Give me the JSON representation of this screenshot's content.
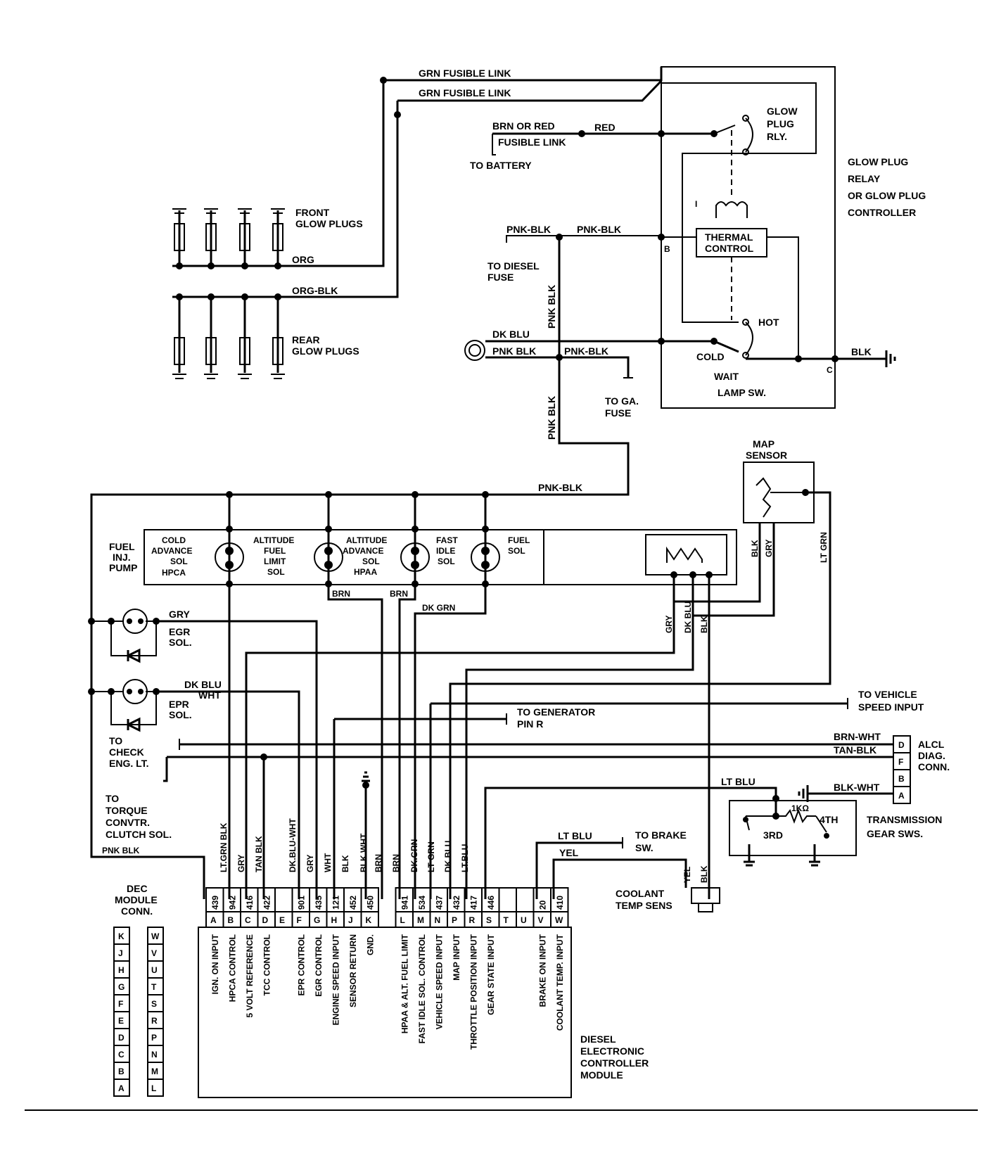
{
  "top_wires": {
    "fusible_link_1": "GRN FUSIBLE LINK",
    "fusible_link_2": "GRN FUSIBLE LINK",
    "battery_link_line1": "BRN OR RED",
    "battery_link_line2": "FUSIBLE LINK",
    "red": "RED",
    "to_battery": "TO BATTERY"
  },
  "glow_plugs": {
    "front_line1": "FRONT",
    "front_line2": "GLOW PLUGS",
    "rear_line1": "REAR",
    "rear_line2": "GLOW PLUGS",
    "org": "ORG",
    "org_blk": "ORG-BLK"
  },
  "relay": {
    "glow_plug_line1": "GLOW",
    "glow_plug_line2": "PLUG",
    "glow_plug_line3": "RLY.",
    "title_line1": "GLOW PLUG",
    "title_line2": "RELAY",
    "title_line3": "OR GLOW PLUG",
    "title_line4": "CONTROLLER",
    "thermal_line1": "THERMAL",
    "thermal_line2": "CONTROL",
    "hot": "HOT",
    "cold": "COLD",
    "wait": "WAIT",
    "lamp_sw": "LAMP SW.",
    "pin_b": "B",
    "pin_c": "C",
    "pin_i": "I",
    "blk": "BLK"
  },
  "fuse_wires": {
    "pnk_blk_1": "PNK-BLK",
    "pnk_blk_2": "PNK-BLK",
    "to_diesel_line1": "TO DIESEL",
    "to_diesel_line2": "FUSE",
    "pnk_blk_vert": "PNK BLK",
    "dk_blu": "DK BLU",
    "pnk_blk_3": "PNK BLK",
    "pnk_blk_4": "PNK-BLK",
    "pnk_blk_vert2": "PNK BLK",
    "to_ga_line1": "TO GA.",
    "to_ga_line2": "FUSE",
    "pnk_blk_5": "PNK-BLK"
  },
  "pump": {
    "label_line1": "FUEL",
    "label_line2": "INJ.",
    "label_line3": "PUMP",
    "cold_adv": [
      "COLD",
      "ADVANCE",
      "SOL",
      "HPCA"
    ],
    "alt_fuel": [
      "ALTITUDE",
      "FUEL",
      "LIMIT",
      "SOL"
    ],
    "alt_adv": [
      "ALTITUDE",
      "ADVANCE",
      "SOL",
      "HPAA"
    ],
    "fast_idle": [
      "FAST",
      "IDLE",
      "SOL"
    ],
    "fuel_sol": [
      "FUEL",
      "SOL"
    ],
    "brn_1": "BRN",
    "brn_2": "BRN",
    "dk_grn": "DK GRN"
  },
  "map_sensor": {
    "line1": "MAP",
    "line2": "SENSOR",
    "blk": "BLK",
    "gry": "GRY",
    "lt_grn": "LT GRN",
    "tp_gry": "GRY",
    "tp_dk_blu": "DK BLU",
    "tp_blk": "BLK"
  },
  "left_side": {
    "gry": "GRY",
    "egr_line1": "EGR",
    "egr_line2": "SOL.",
    "dk_blu": "DK BLU",
    "wht": "WHT",
    "epr_line1": "EPR",
    "epr_line2": "SOL.",
    "to_check_line1": "TO",
    "to_check_line2": "CHECK",
    "to_check_line3": "ENG. LT.",
    "to_tcc_line1": "TO",
    "to_tcc_line2": "TORQUE",
    "to_tcc_line3": "CONVTR.",
    "to_tcc_line4": "CLUTCH SOL.",
    "pnk_blk": "PNK BLK"
  },
  "right_side": {
    "to_vss_line1": "TO VEHICLE",
    "to_vss_line2": "SPEED INPUT",
    "to_gen_line1": "TO GENERATOR",
    "to_gen_line2": "PIN R",
    "brn_wht": "BRN-WHT",
    "tan_blk": "TAN-BLK",
    "blk_wht": "BLK-WHT",
    "lt_blu": "LT BLU",
    "alcl_line1": "ALCL",
    "alcl_line2": "DIAG.",
    "alcl_line3": "CONN.",
    "alcl_pins": [
      "D",
      "F",
      "B",
      "A"
    ],
    "trans_line1": "TRANSMISSION",
    "trans_line2": "GEAR SWS.",
    "third": "3RD",
    "fourth": "4TH",
    "resistor": "1KΩ",
    "to_brake_line1": "TO BRAKE",
    "to_brake_line2": "SW.",
    "lt_blu_brake": "LT BLU",
    "yel": "YEL",
    "coolant_line1": "COOLANT",
    "coolant_line2": "TEMP SENS",
    "coolant_yel": "YEL",
    "coolant_blk": "BLK"
  },
  "wire_labels": [
    "LT.GRN BLK",
    "GRY",
    "TAN BLK",
    "DK.BLU-WHT",
    "GRY",
    "WHT",
    "BLK",
    "BLK WHT",
    "BRN",
    "BRN",
    "DK.GRN",
    "LT GRN",
    "DK BLU",
    "LT.BLU"
  ],
  "module": {
    "conn_line1": "DEC",
    "conn_line2": "MODULE",
    "conn_line3": "CONN.",
    "left_col": [
      "K",
      "J",
      "H",
      "G",
      "F",
      "E",
      "D",
      "C",
      "B",
      "A"
    ],
    "right_col": [
      "W",
      "V",
      "U",
      "T",
      "S",
      "R",
      "P",
      "N",
      "M",
      "L"
    ],
    "circuits": [
      "439",
      "942",
      "416",
      "422",
      "",
      "901",
      "435",
      "121",
      "452",
      "450",
      "",
      "941",
      "534",
      "437",
      "432",
      "417",
      "446",
      "",
      "",
      "20",
      "410"
    ],
    "pins": [
      "A",
      "B",
      "C",
      "D",
      "E",
      "F",
      "G",
      "H",
      "J",
      "K",
      "",
      "L",
      "M",
      "N",
      "P",
      "R",
      "S",
      "T",
      "U",
      "V",
      "W"
    ],
    "functions": [
      "IGN. ON INPUT",
      "HPCA CONTROL",
      "5 VOLT REFERENCE",
      "TCC CONTROL",
      "",
      "EPR CONTROL",
      "EGR CONTROL",
      "ENGINE SPEED INPUT",
      "SENSOR RETURN",
      "GND.",
      "",
      "HPAA & ALT. FUEL LIMIT",
      "FAST IDLE SOL. CONTROL",
      "VEHICLE SPEED INPUT",
      "MAP INPUT",
      "THROTTLE POSITION INPUT",
      "GEAR STATE INPUT",
      "",
      "",
      "BRAKE ON INPUT",
      "COOLANT TEMP. INPUT"
    ],
    "name_line1": "DIESEL",
    "name_line2": "ELECTRONIC",
    "name_line3": "CONTROLLER",
    "name_line4": "MODULE"
  }
}
